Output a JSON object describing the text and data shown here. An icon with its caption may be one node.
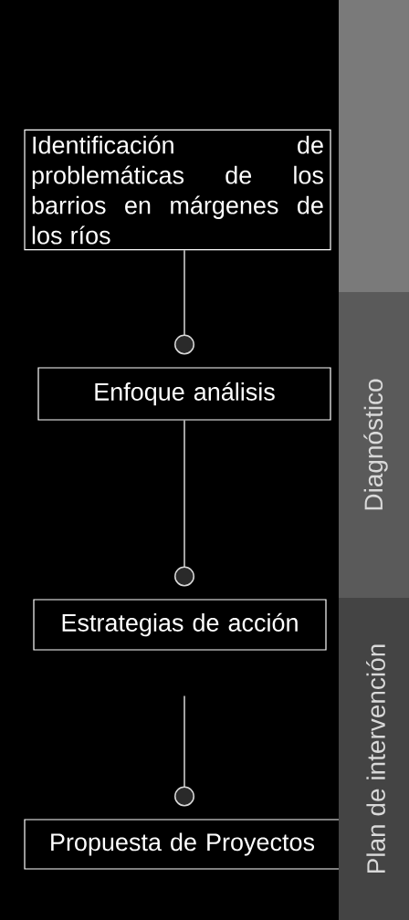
{
  "diagram": {
    "nodes": [
      {
        "text": [
          "Identificación de problemáticas de los barrios en márgenes de los ríos"
        ]
      },
      {
        "text": [
          "Enfoque análisis"
        ]
      },
      {
        "text": [
          "Estrategias de acción"
        ]
      },
      {
        "text": [
          "Propuesta de Proyectos"
        ]
      },
      {
        "text": [],
        "shape": "box"
      },
      {
        "text": [
          "Diagnóstico"
        ]
      },
      {
        "text": [
          "Plan de intervención"
        ]
      }
    ],
    "edges": [
      {
        "from": 0,
        "to": 1,
        "arrow": "other"
      },
      {
        "from": 1,
        "to": 2,
        "arrow": "other"
      },
      {
        "from": 2,
        "to": 3,
        "arrow": "other"
      }
    ]
  }
}
